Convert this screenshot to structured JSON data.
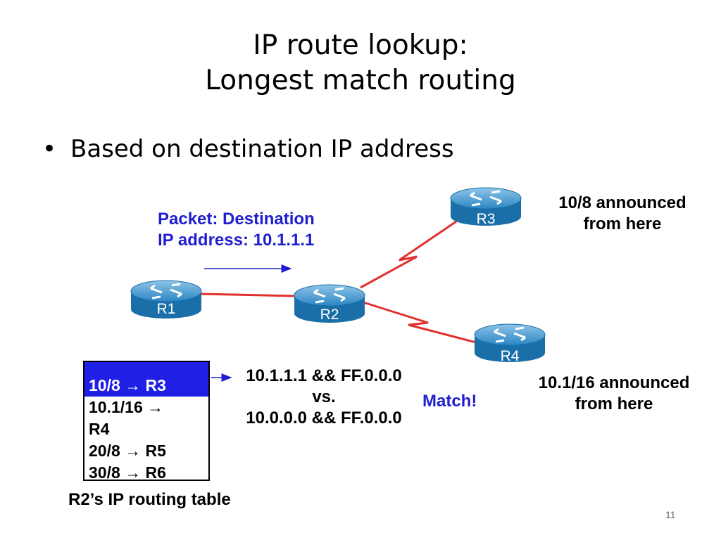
{
  "slide": {
    "title_line1": "IP route lookup:",
    "title_line2": "Longest match routing",
    "bullet": "Based on destination IP address",
    "page_number": "11"
  },
  "diagram": {
    "packet_label_line1": "Packet: Destination",
    "packet_label_line2": "IP address: 10.1.1.1",
    "routers": [
      "R1",
      "R2",
      "R3",
      "R4"
    ],
    "r3_note_line1": "10/8 announced",
    "r3_note_line2": "from here",
    "r4_note_line1": "10.1/16 announced",
    "r4_note_line2": "from here",
    "compare_line1": "10.1.1.1 && FF.0.0.0",
    "compare_line2": "vs.",
    "compare_line3": "10.0.0.0 && FF.0.0.0",
    "match_text": "Match!",
    "link_color": "#e0312f",
    "router_color": "#1e7bb8",
    "arrow_color": "#1f1fcf"
  },
  "routing_table": {
    "caption": "R2’s IP routing table",
    "rows": [
      "10/8 → R3",
      "10.1/16 →",
      "R4",
      "20/8 → R5",
      "30/8 → R6"
    ],
    "selected_row": 0,
    "highlight_color": "#1f1fe6"
  }
}
